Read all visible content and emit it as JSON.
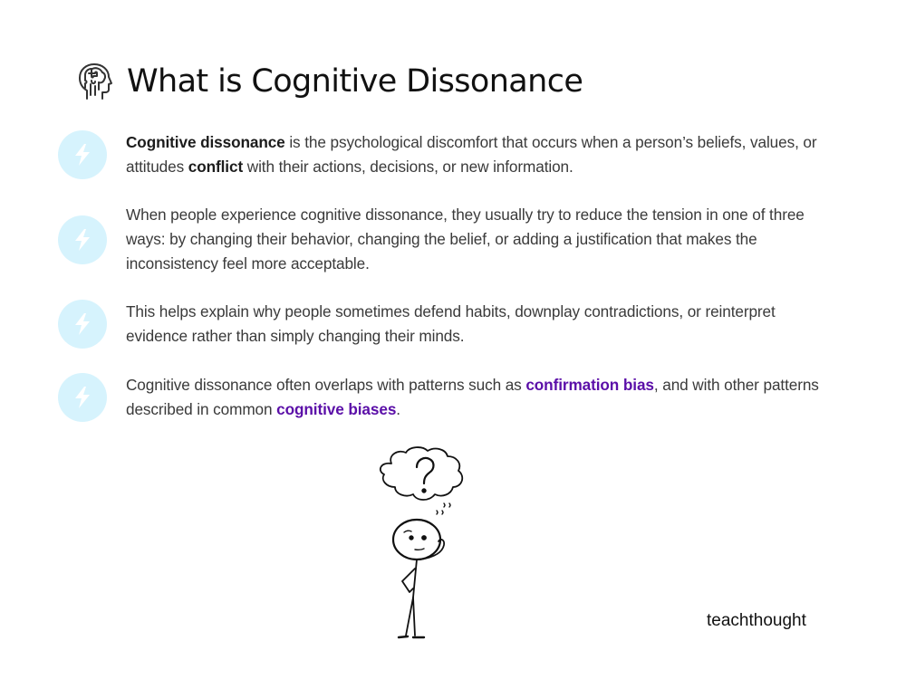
{
  "header": {
    "icon": "brain-puzzle-head-icon",
    "title": "What is Cognitive Dissonance"
  },
  "items": [
    {
      "icon": "lightning-bolt-icon",
      "parts": [
        {
          "text": "Cognitive dissonance",
          "style": "bold"
        },
        {
          "text": " is the psychological discomfort that occurs when a person’s beliefs, values, or attitudes ",
          "style": "normal"
        },
        {
          "text": "conflict",
          "style": "bold"
        },
        {
          "text": " with their actions, decisions, or new information.",
          "style": "normal"
        }
      ]
    },
    {
      "icon": "lightning-bolt-icon",
      "parts": [
        {
          "text": "When people experience cognitive dissonance, they usually try to reduce the tension in one of three ways: by changing their behavior, changing the belief, or adding a justification that makes the inconsistency feel more acceptable.",
          "style": "normal"
        }
      ]
    },
    {
      "icon": "lightning-bolt-icon",
      "parts": [
        {
          "text": "This helps explain why people sometimes defend habits, downplay contradictions, or reinterpret evidence rather than simply changing their minds.",
          "style": "normal"
        }
      ]
    },
    {
      "icon": "lightning-bolt-icon",
      "parts": [
        {
          "text": "Cognitive dissonance often overlaps with patterns such as ",
          "style": "normal"
        },
        {
          "text": "confirmation bias",
          "style": "link"
        },
        {
          "text": ", and with other patterns described in common ",
          "style": "normal"
        },
        {
          "text": "cognitive biases",
          "style": "link"
        },
        {
          "text": ".",
          "style": "normal"
        }
      ]
    }
  ],
  "illustration": {
    "name": "confused-stick-figure-with-question-thought-bubble"
  },
  "footer": {
    "brand": "teachthought"
  },
  "colors": {
    "bullet_bg": "#d6f3fd",
    "link": "#5b0fa8",
    "title": "#111111",
    "body_text": "#3a3a3a"
  }
}
